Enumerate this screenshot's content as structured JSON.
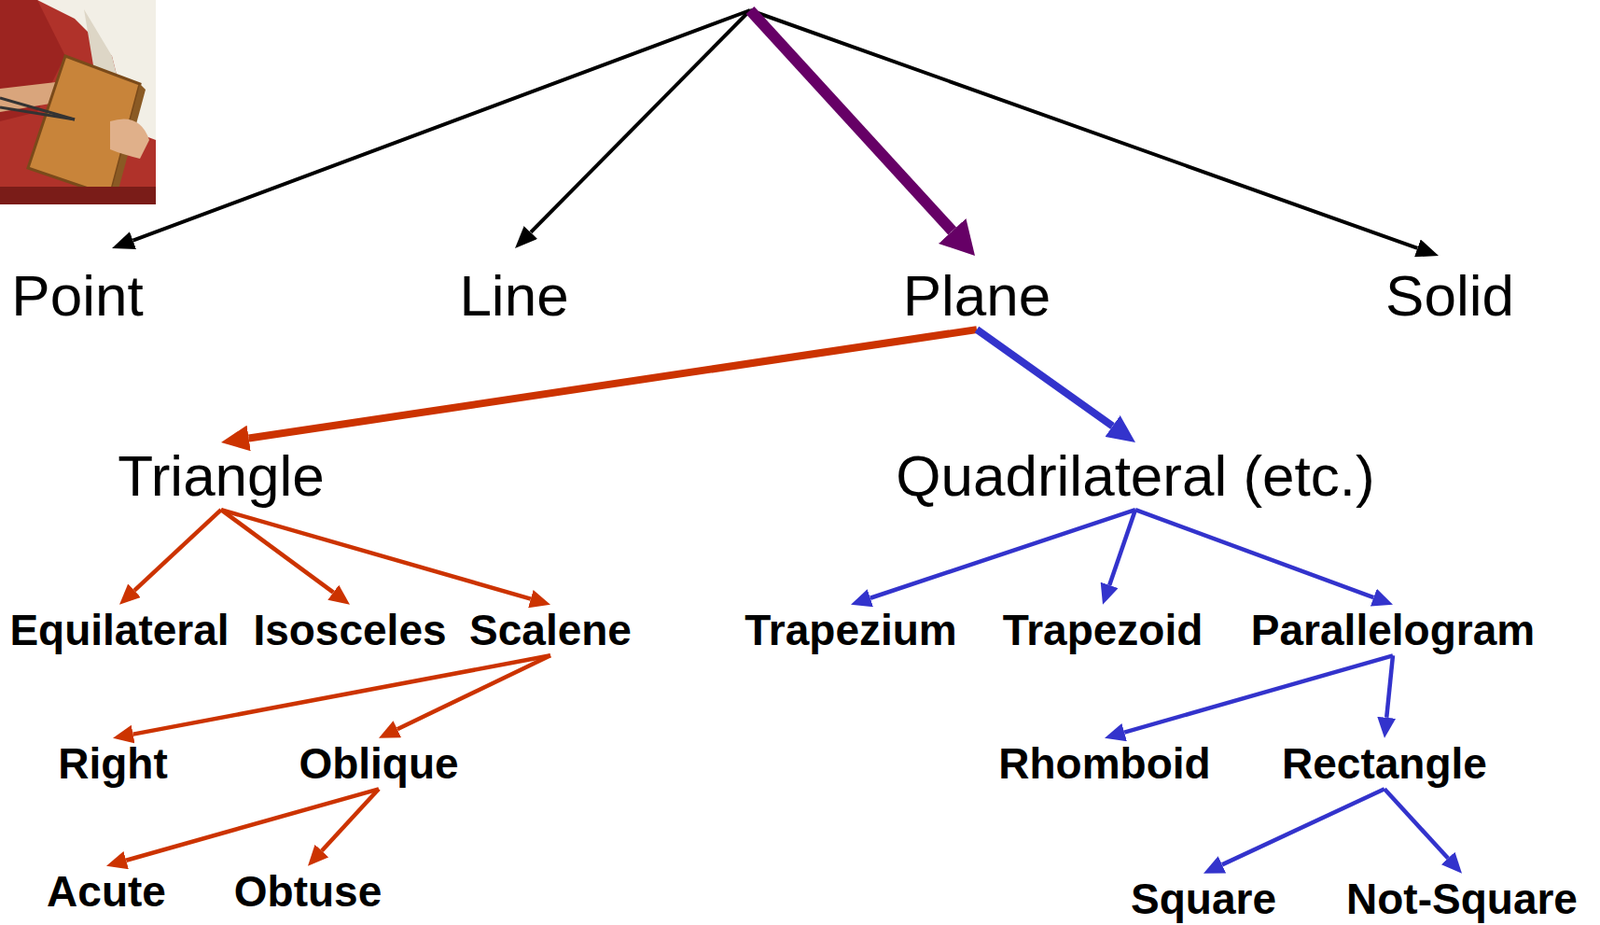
{
  "diagram": {
    "nodes": [
      {
        "text": [
          "Point"
        ]
      },
      {
        "text": [
          "Line"
        ]
      },
      {
        "text": [
          "Plane"
        ]
      },
      {
        "text": [
          "Solid"
        ]
      },
      {
        "text": [
          "Triangle"
        ]
      },
      {
        "text": [
          "Quadrilateral (etc.)"
        ]
      },
      {
        "text": [
          "Equilateral"
        ]
      },
      {
        "text": [
          "Isosceles"
        ]
      },
      {
        "text": [
          "Scalene"
        ]
      },
      {
        "text": [
          "Trapezium"
        ]
      },
      {
        "text": [
          "Trapezoid"
        ]
      },
      {
        "text": [
          "Parallelogram"
        ]
      },
      {
        "text": [
          "Right"
        ]
      },
      {
        "text": [
          "Oblique"
        ]
      },
      {
        "text": [
          "Rhomboid"
        ]
      },
      {
        "text": [
          "Rectangle"
        ]
      },
      {
        "text": [
          "Acute"
        ]
      },
      {
        "text": [
          "Obtuse"
        ]
      },
      {
        "text": [
          "Square"
        ]
      },
      {
        "text": [
          "Not-Square"
        ]
      }
    ],
    "edges": [
      {
        "from": 2,
        "to": 4,
        "arrow": "to"
      },
      {
        "from": 2,
        "to": 5,
        "arrow": "to"
      },
      {
        "from": 4,
        "to": 6,
        "arrow": "to"
      },
      {
        "from": 4,
        "to": 7,
        "arrow": "to"
      },
      {
        "from": 4,
        "to": 8,
        "arrow": "to"
      },
      {
        "from": 8,
        "to": 12,
        "arrow": "to"
      },
      {
        "from": 8,
        "to": 13,
        "arrow": "to"
      },
      {
        "from": 13,
        "to": 16,
        "arrow": "to"
      },
      {
        "from": 13,
        "to": 17,
        "arrow": "to"
      },
      {
        "from": 5,
        "to": 9,
        "arrow": "to"
      },
      {
        "from": 5,
        "to": 10,
        "arrow": "to"
      },
      {
        "from": 5,
        "to": 11,
        "arrow": "to"
      },
      {
        "from": 11,
        "to": 14,
        "arrow": "to"
      },
      {
        "from": 11,
        "to": 15,
        "arrow": "to"
      },
      {
        "from": 15,
        "to": 18,
        "arrow": "to"
      },
      {
        "from": 15,
        "to": 19,
        "arrow": "to"
      }
    ]
  }
}
